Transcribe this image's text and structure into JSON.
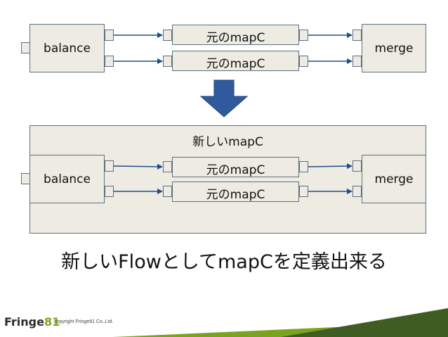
{
  "top_diagram": {
    "balance_label": "balance",
    "merge_label": "merge",
    "mapc_labels": [
      "元のmapC",
      "元のmapC"
    ]
  },
  "outer_container": {
    "title": "新しいmapC",
    "balance_label": "balance",
    "merge_label": "merge",
    "mapc_labels": [
      "元のmapC",
      "元のmapC"
    ]
  },
  "caption": "新しいFlowとしてmapCを定義出来る",
  "footer": {
    "logo_text": "Fringe",
    "logo_number": "81",
    "copyright": "copyright Fringe81 Co.,Ltd."
  },
  "colors": {
    "box_fill": "#eeebe2",
    "box_border": "#5c6f82",
    "arrow": "#1f4e8c",
    "accent_green": "#7aa41f",
    "dark_green": "#3f5d22"
  }
}
